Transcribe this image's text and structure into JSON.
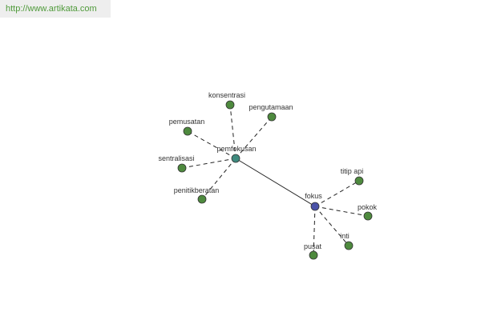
{
  "watermark": "http://www.artikata.com",
  "colors": {
    "leaf_fill": "#4e8a3e",
    "hub_fill": "#3f8a7e",
    "center_fill": "#4a52a8",
    "node_stroke": "#333333",
    "edge": "#222222"
  },
  "nodes": [
    {
      "id": "fokus",
      "label": "fokus",
      "kind": "center"
    },
    {
      "id": "pemfokusan",
      "label": "pemfokusan",
      "kind": "hub"
    },
    {
      "id": "konsentrasi",
      "label": "konsentrasi",
      "kind": "leaf"
    },
    {
      "id": "pengutamaan",
      "label": "pengutamaan",
      "kind": "leaf"
    },
    {
      "id": "pemusatan",
      "label": "pemusatan",
      "kind": "leaf"
    },
    {
      "id": "sentralisasi",
      "label": "sentralisasi",
      "kind": "leaf"
    },
    {
      "id": "penitikberatan",
      "label": "penitikberatan",
      "kind": "leaf"
    },
    {
      "id": "titik_api",
      "label": "titip api",
      "kind": "leaf"
    },
    {
      "id": "pokok",
      "label": "pokok",
      "kind": "leaf"
    },
    {
      "id": "inti",
      "label": "inti",
      "kind": "leaf"
    },
    {
      "id": "pusat",
      "label": "pusat",
      "kind": "leaf"
    }
  ],
  "edges": [
    {
      "from": "pemfokusan",
      "to": "fokus",
      "style": "solid"
    },
    {
      "from": "pemfokusan",
      "to": "konsentrasi",
      "style": "dashed"
    },
    {
      "from": "pemfokusan",
      "to": "pengutamaan",
      "style": "dashed"
    },
    {
      "from": "pemfokusan",
      "to": "pemusatan",
      "style": "dashed"
    },
    {
      "from": "pemfokusan",
      "to": "sentralisasi",
      "style": "dashed"
    },
    {
      "from": "pemfokusan",
      "to": "penitikberatan",
      "style": "dashed"
    },
    {
      "from": "fokus",
      "to": "titik_api",
      "style": "dashed"
    },
    {
      "from": "fokus",
      "to": "pokok",
      "style": "dashed"
    },
    {
      "from": "fokus",
      "to": "inti",
      "style": "dashed"
    },
    {
      "from": "fokus",
      "to": "pusat",
      "style": "dashed"
    }
  ]
}
